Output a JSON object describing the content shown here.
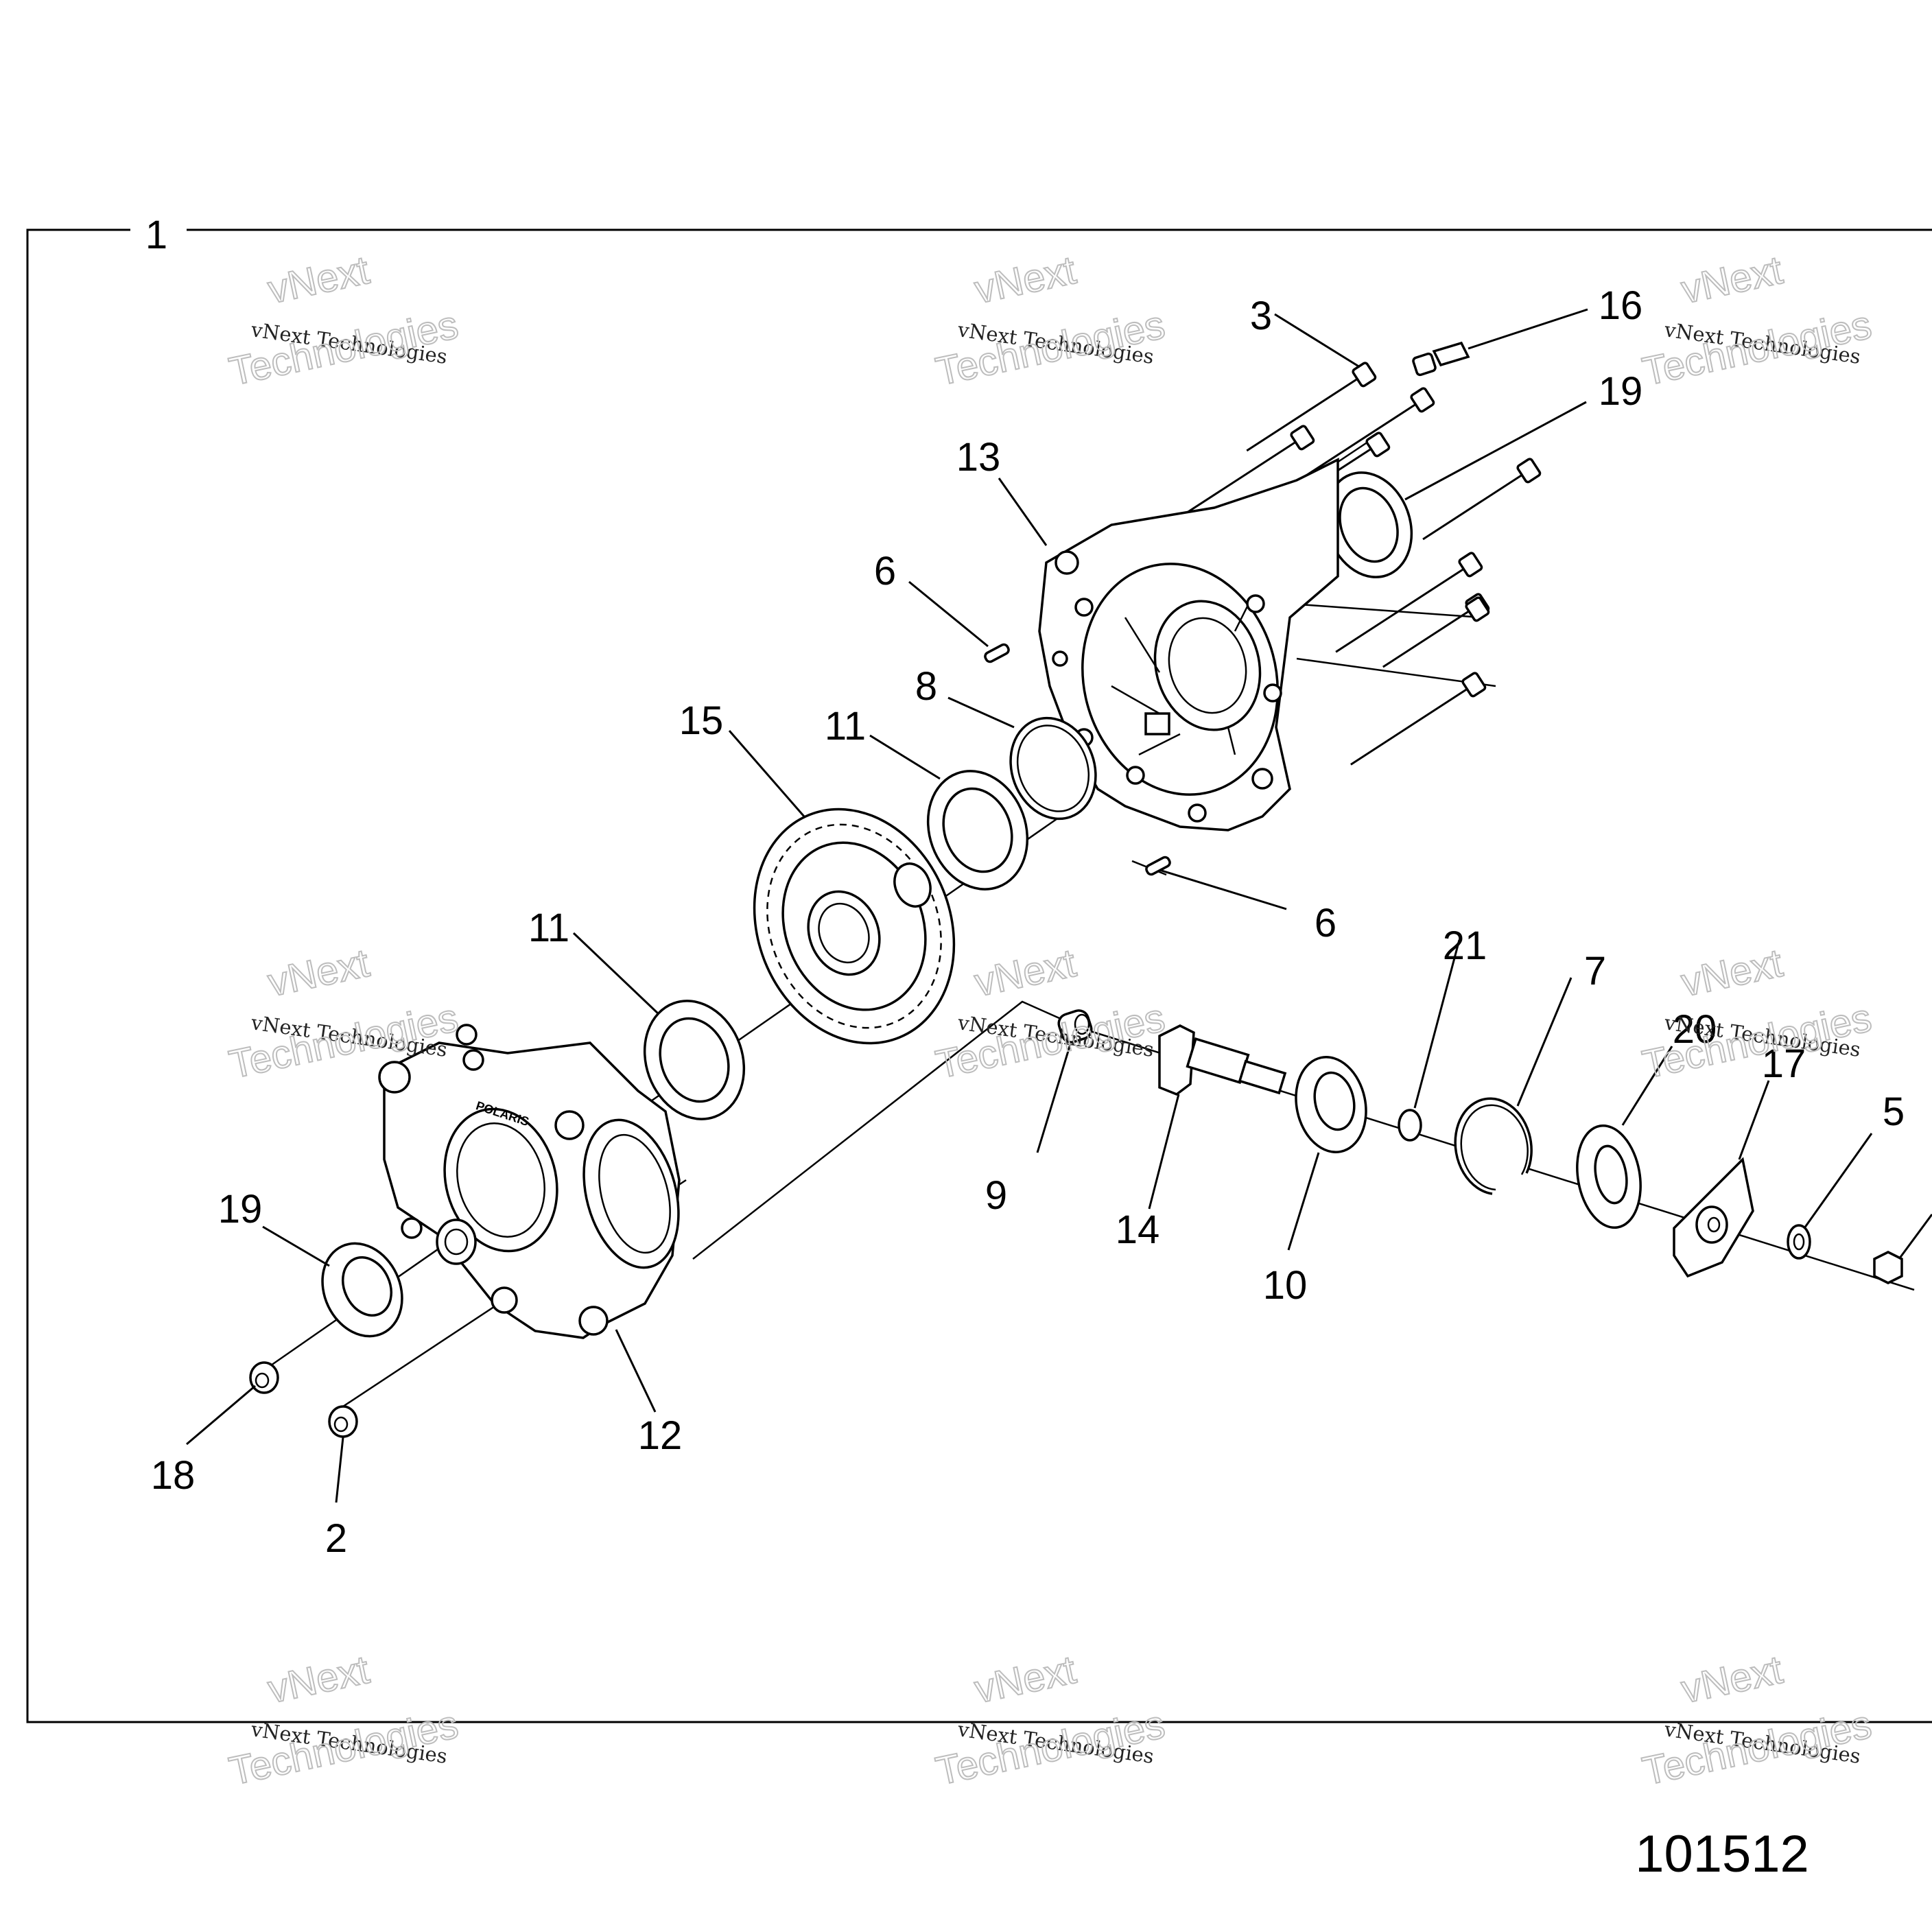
{
  "assembly_label": "1",
  "drawing_number": "101512",
  "watermark": {
    "line1": "vNext Technologies",
    "outline1": "vNext",
    "outline2": "Technologies"
  },
  "callouts": [
    "2",
    "3",
    "5",
    "6",
    "6",
    "7",
    "8",
    "9",
    "10",
    "11",
    "11",
    "12",
    "13",
    "14",
    "15",
    "16",
    "17",
    "18",
    "19",
    "19",
    "20",
    "21"
  ],
  "housing_logo": "POLARIS"
}
